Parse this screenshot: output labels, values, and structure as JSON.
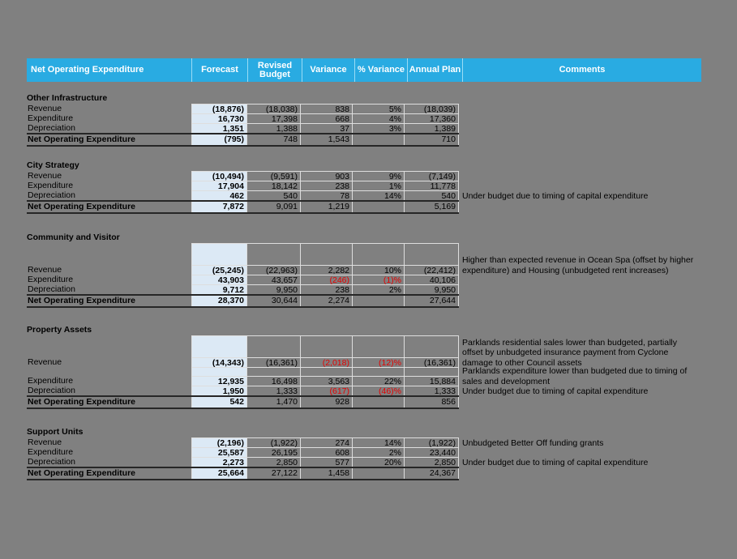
{
  "colors": {
    "background_gray": "#808080",
    "header_blue": "#29ABE2",
    "forecast_fill": "#DCE9F5",
    "negative_red": "#E50000"
  },
  "header": {
    "columns": [
      "Net Operating Expenditure",
      "Forecast",
      "Revised Budget",
      "Variance",
      "% Variance",
      "Annual Plan",
      "Comments"
    ]
  },
  "sections": [
    {
      "title": "Other Infrastructure",
      "rows": [
        {
          "label": "Revenue",
          "cells": [
            "(18,876)",
            "(18,038)",
            "838",
            "5%",
            "(18,039)"
          ],
          "comment": ""
        },
        {
          "label": "Expenditure",
          "cells": [
            "16,730",
            "17,398",
            "668",
            "4%",
            "17,360"
          ],
          "comment": ""
        },
        {
          "label": "Depreciation",
          "cells": [
            "1,351",
            "1,388",
            "37",
            "3%",
            "1,389"
          ],
          "comment": ""
        },
        {
          "label": "Net Operating Expenditure",
          "net": true,
          "cells": [
            "(795)",
            "748",
            "1,543",
            "",
            "710"
          ],
          "comment": ""
        }
      ]
    },
    {
      "title": "City Strategy",
      "rows": [
        {
          "label": "Revenue",
          "cells": [
            "(10,494)",
            "(9,591)",
            "903",
            "9%",
            "(7,149)"
          ],
          "comment": ""
        },
        {
          "label": "Expenditure",
          "cells": [
            "17,904",
            "18,142",
            "238",
            "1%",
            "11,778"
          ],
          "comment": ""
        },
        {
          "label": "Depreciation",
          "cells": [
            "462",
            "540",
            "78",
            "14%",
            "540"
          ],
          "comment": "Under budget due to timing of capital expenditure"
        },
        {
          "label": "Net Operating Expenditure",
          "net": true,
          "cells": [
            "7,872",
            "9,091",
            "1,219",
            "",
            "5,169"
          ],
          "comment": ""
        }
      ]
    },
    {
      "title": "Community and Visitor",
      "rows": [
        {
          "spacer": "tall"
        },
        {
          "label": "Revenue",
          "cells": [
            "(25,245)",
            "(22,963)",
            "2,282",
            "10%",
            "(22,412)"
          ],
          "comment": "Higher than expected revenue in Ocean Spa (offset by higher expenditure) and Housing (unbudgeted rent increases)"
        },
        {
          "label": "Expenditure",
          "neg": true,
          "cells": [
            "43,903",
            "43,657",
            "(246)",
            "(1)%",
            "40,106"
          ],
          "comment": ""
        },
        {
          "label": "Depreciation",
          "cells": [
            "9,712",
            "9,950",
            "238",
            "2%",
            "9,950"
          ],
          "comment": ""
        },
        {
          "label": "Net Operating Expenditure",
          "net": true,
          "cells": [
            "28,370",
            "30,644",
            "2,274",
            "",
            "27,644"
          ],
          "comment": ""
        }
      ]
    },
    {
      "title": "Property Assets",
      "rows": [
        {
          "spacer": "tall"
        },
        {
          "label": "Revenue",
          "neg": true,
          "cells": [
            "(14,343)",
            "(16,361)",
            "(2,018)",
            "(12)%",
            "(16,361)"
          ],
          "comment": "Parklands residential sales lower than budgeted, partially offset by unbudgeted insurance payment from Cyclone damage to other Council assets"
        },
        {
          "spacer": "short"
        },
        {
          "label": "Expenditure",
          "cells": [
            "12,935",
            "16,498",
            "3,563",
            "22%",
            "15,884"
          ],
          "comment": "Parklands expenditure lower than budgeted due to timing of sales and development"
        },
        {
          "label": "Depreciation",
          "neg": true,
          "cells": [
            "1,950",
            "1,333",
            "(617)",
            "(46)%",
            "1,333"
          ],
          "comment": "Under budget due to timing of capital expenditure"
        },
        {
          "label": "Net Operating Expenditure",
          "net": true,
          "cells": [
            "542",
            "1,470",
            "928",
            "",
            "856"
          ],
          "comment": ""
        }
      ]
    },
    {
      "title": "Support Units",
      "rows": [
        {
          "label": "Revenue",
          "cells": [
            "(2,196)",
            "(1,922)",
            "274",
            "14%",
            "(1,922)"
          ],
          "comment": "Unbudgeted Better Off funding grants"
        },
        {
          "label": "Expenditure",
          "cells": [
            "25,587",
            "26,195",
            "608",
            "2%",
            "23,440"
          ],
          "comment": ""
        },
        {
          "label": "Depreciation",
          "cells": [
            "2,273",
            "2,850",
            "577",
            "20%",
            "2,850"
          ],
          "comment": "Under budget due to timing of capital expenditure"
        },
        {
          "label": "Net Operating Expenditure",
          "net": true,
          "cells": [
            "25,664",
            "27,122",
            "1,458",
            "",
            "24,367"
          ],
          "comment": ""
        }
      ]
    }
  ]
}
